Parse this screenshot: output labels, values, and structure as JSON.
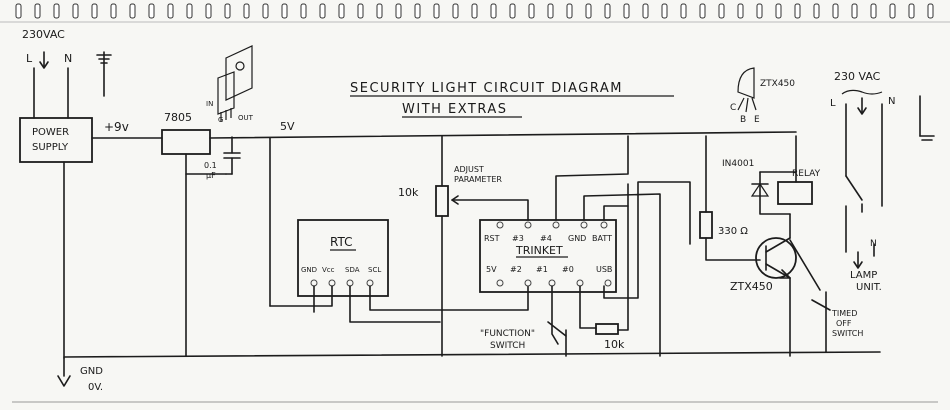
{
  "title": {
    "line1": "SECURITY LIGHT CIRCUIT DIAGRAM",
    "line2": "WITH EXTRAS"
  },
  "mains_left": {
    "voltage": "230VAC",
    "live": "L",
    "neutral": "N"
  },
  "mains_right": {
    "voltage": "230 VAC",
    "live": "L",
    "neutral": "N"
  },
  "power_supply": {
    "label_line1": "POWER",
    "label_line2": "SUPPLY",
    "output": "+9v"
  },
  "regulator": {
    "label": "7805",
    "pin_in": "IN",
    "pin_gnd": "G",
    "pin_out": "OUT",
    "rail_label": "5V"
  },
  "capacitor": {
    "label_line1": "0.1",
    "label_line2": "μF"
  },
  "rtc": {
    "label": "RTC",
    "pins": [
      "GND",
      "Vcc",
      "SDA",
      "SCL"
    ]
  },
  "trinket": {
    "label": "TRINKET",
    "top_pins": [
      "RST",
      "#3",
      "#4",
      "GND",
      "BATT"
    ],
    "bottom_pins": [
      "5V",
      "#2",
      "#1",
      "#0",
      "USB"
    ]
  },
  "pot": {
    "value": "10k",
    "label_line1": "ADJUST",
    "label_line2": "PARAMETER"
  },
  "transistor_icon": {
    "label": "ZTX450",
    "pins": [
      "C",
      "B",
      "E"
    ]
  },
  "diode": {
    "label": "IN4001"
  },
  "relay": {
    "label": "RELAY"
  },
  "base_resistor": {
    "label": "330 Ω"
  },
  "main_transistor": {
    "label": "ZTX450"
  },
  "lamp": {
    "line1": "LAMP",
    "line2": "UNIT.",
    "neutral": "N"
  },
  "timed_switch": {
    "line1": "TIMED",
    "line2": "OFF",
    "line3": "SWITCH"
  },
  "function_switch": {
    "line1": "\"FUNCTION\"",
    "line2": "SWITCH"
  },
  "pulldown_resistor": {
    "label": "10k"
  },
  "ground": {
    "line1": "GND",
    "line2": "0V."
  }
}
